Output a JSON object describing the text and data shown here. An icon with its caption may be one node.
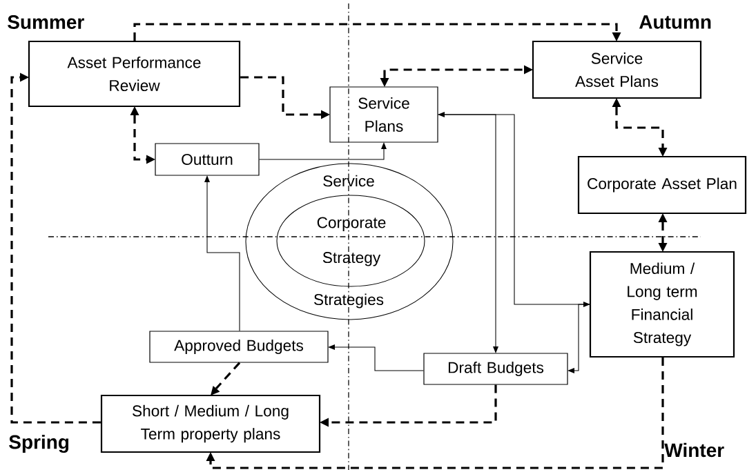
{
  "diagram": {
    "nodes": [
      {
        "text": [
          "Asset Performance Review"
        ]
      },
      {
        "text": [
          "Service Asset Plans"
        ]
      },
      {
        "text": [
          "Service Plans"
        ]
      },
      {
        "text": [
          "Outturn"
        ]
      },
      {
        "text": [
          "Corporate Asset Plan"
        ]
      },
      {
        "text": [
          "Service",
          "Strategies"
        ]
      },
      {
        "text": [
          "Corporate Strategy"
        ],
        "in": 5
      },
      {
        "text": [
          "Medium / Long term Financial Strategy"
        ]
      },
      {
        "text": [
          "Approved Budgets"
        ]
      },
      {
        "text": [
          "Draft Budgets"
        ]
      },
      {
        "text": [
          "Short / Medium / Long Term property plans"
        ]
      }
    ],
    "edges": [
      {
        "from": 0,
        "to": 1,
        "arrow": "to",
        "style": "dashed"
      },
      {
        "from": 0,
        "to": 2,
        "arrow": "to",
        "style": "dashed"
      },
      {
        "from": 0,
        "to": 3,
        "arrow": "both",
        "style": "dashed"
      },
      {
        "from": 2,
        "to": 1,
        "arrow": "both",
        "style": "dashed"
      },
      {
        "from": 1,
        "to": 4,
        "arrow": "both",
        "style": "dashed"
      },
      {
        "from": 4,
        "to": 7,
        "arrow": "both",
        "style": "dashed"
      },
      {
        "from": 3,
        "to": 2,
        "arrow": "to"
      },
      {
        "from": 2,
        "to": 9,
        "arrow": "to"
      },
      {
        "from": 2,
        "to": 7,
        "arrow": "both"
      },
      {
        "from": 7,
        "to": 9,
        "arrow": "to"
      },
      {
        "from": 9,
        "to": 8,
        "arrow": "to"
      },
      {
        "from": 8,
        "to": 3,
        "arrow": "to"
      },
      {
        "from": 8,
        "to": 10,
        "arrow": "to",
        "style": "dashed"
      },
      {
        "from": 9,
        "to": 10,
        "arrow": "to",
        "style": "dashed"
      },
      {
        "from": 10,
        "to": 0,
        "arrow": "to",
        "style": "dashed"
      },
      {
        "from": 7,
        "to": 10,
        "arrow": "to",
        "style": "dashed"
      }
    ],
    "labels": [
      "Summer",
      "Autumn",
      "Spring",
      "Winter"
    ]
  }
}
